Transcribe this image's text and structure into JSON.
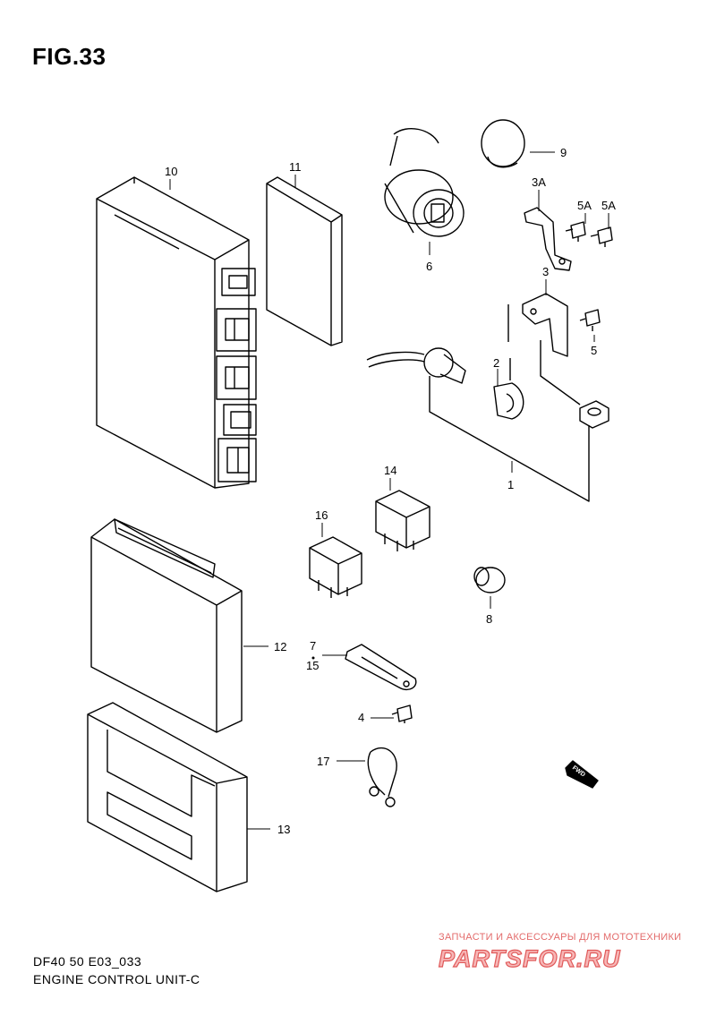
{
  "figure": {
    "title": "FIG.33",
    "code": "DF40 50 E03_033",
    "name": "ENGINE CONTROL UNIT-C"
  },
  "callouts": [
    "1",
    "2",
    "3",
    "3A",
    "4",
    "5",
    "5A",
    "5A",
    "6",
    "7",
    "15",
    "8",
    "9",
    "10",
    "11",
    "12",
    "13",
    "14",
    "16",
    "17"
  ],
  "fwd_marker": "FWD",
  "watermark": {
    "tagline": "ЗАПЧАСТИ И АКСЕССУАРЫ ДЛЯ МОТОТЕХНИКИ",
    "logo": "PARTSFOR.RU",
    "color": "#e05a5a"
  }
}
